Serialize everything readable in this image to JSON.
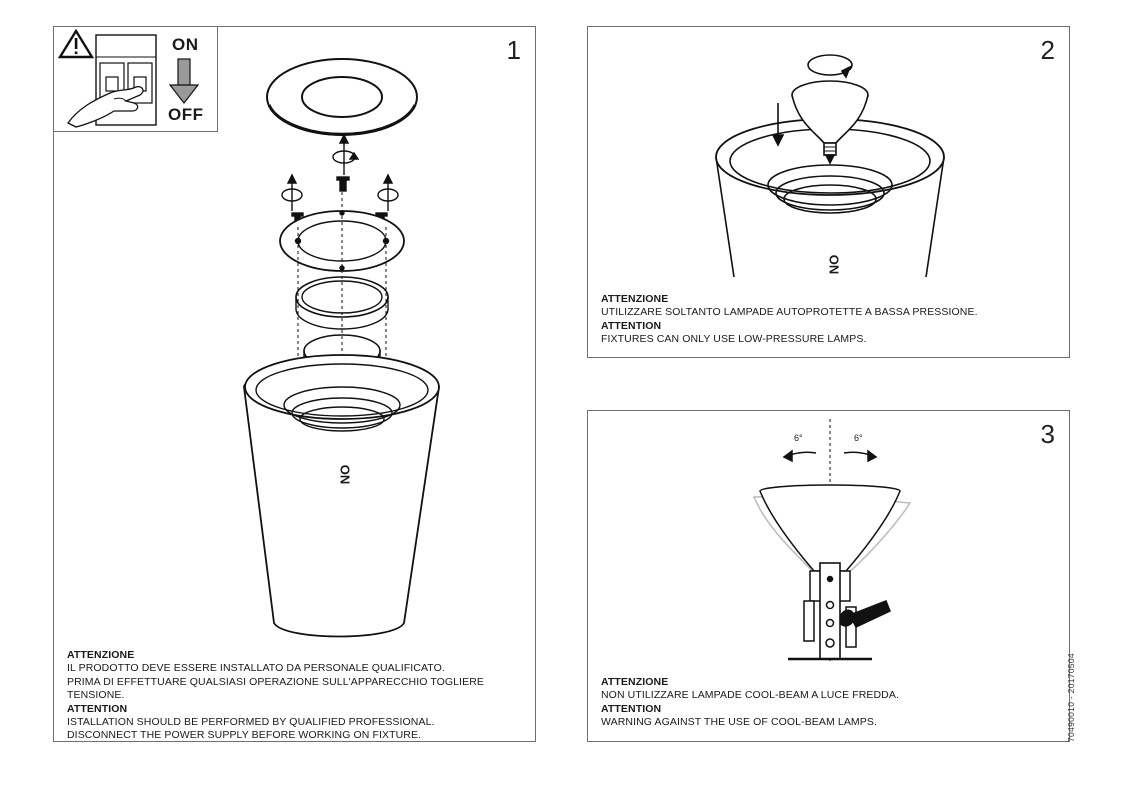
{
  "panel1": {
    "number": "1",
    "switch": {
      "on": "ON",
      "off": "OFF"
    },
    "lamp_label": "ON",
    "notes": {
      "it_heading": "ATTENZIONE",
      "it_line1": "IL PRODOTTO DEVE ESSERE INSTALLATO DA PERSONALE QUALIFICATO.",
      "it_line2": "PRIMA DI EFFETTUARE QUALSIASI OPERAZIONE SULL'APPARECCHIO TOGLIERE TENSIONE.",
      "en_heading": "ATTENTION",
      "en_line1": "ISTALLATION SHOULD BE PERFORMED BY QUALIFIED PROFESSIONAL.",
      "en_line2": "DISCONNECT THE POWER SUPPLY BEFORE WORKING ON FIXTURE."
    }
  },
  "panel2": {
    "number": "2",
    "lamp_label": "ON",
    "notes": {
      "it_heading": "ATTENZIONE",
      "it_line1": "UTILIZZARE SOLTANTO LAMPADE AUTOPROTETTE A BASSA PRESSIONE.",
      "en_heading": "ATTENTION",
      "en_line1": "FIXTURES CAN ONLY USE LOW-PRESSURE LAMPS."
    }
  },
  "panel3": {
    "number": "3",
    "angle_left": "6°",
    "angle_right": "6°",
    "notes": {
      "it_heading": "ATTENZIONE",
      "it_line1": "NON UTILIZZARE LAMPADE COOL-BEAM A LUCE FREDDA.",
      "en_heading": "ATTENTION",
      "en_line1": "WARNING AGAINST THE USE OF COOL-BEAM LAMPS."
    }
  },
  "doc_code": "70490010 - 20170504"
}
